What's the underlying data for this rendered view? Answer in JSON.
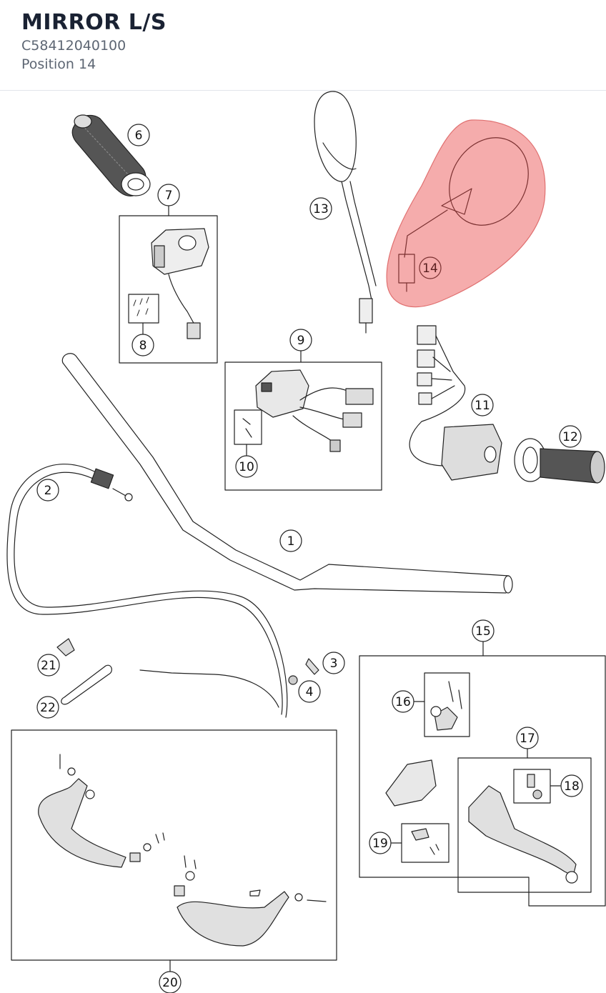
{
  "part": {
    "title": "MIRROR L/S",
    "code": "C58412040100",
    "position": "Position 14"
  },
  "highlight_color": "#f08080",
  "callouts": [
    {
      "id": "1",
      "label": "1"
    },
    {
      "id": "2",
      "label": "2"
    },
    {
      "id": "3",
      "label": "3"
    },
    {
      "id": "4",
      "label": "4"
    },
    {
      "id": "6",
      "label": "6"
    },
    {
      "id": "7",
      "label": "7"
    },
    {
      "id": "8",
      "label": "8"
    },
    {
      "id": "9",
      "label": "9"
    },
    {
      "id": "10",
      "label": "10"
    },
    {
      "id": "11",
      "label": "11"
    },
    {
      "id": "12",
      "label": "12"
    },
    {
      "id": "13",
      "label": "13"
    },
    {
      "id": "14",
      "label": "14"
    },
    {
      "id": "15",
      "label": "15"
    },
    {
      "id": "16",
      "label": "16"
    },
    {
      "id": "17",
      "label": "17"
    },
    {
      "id": "18",
      "label": "18"
    },
    {
      "id": "19",
      "label": "19"
    },
    {
      "id": "20",
      "label": "20"
    },
    {
      "id": "21",
      "label": "21"
    },
    {
      "id": "22",
      "label": "22"
    }
  ]
}
